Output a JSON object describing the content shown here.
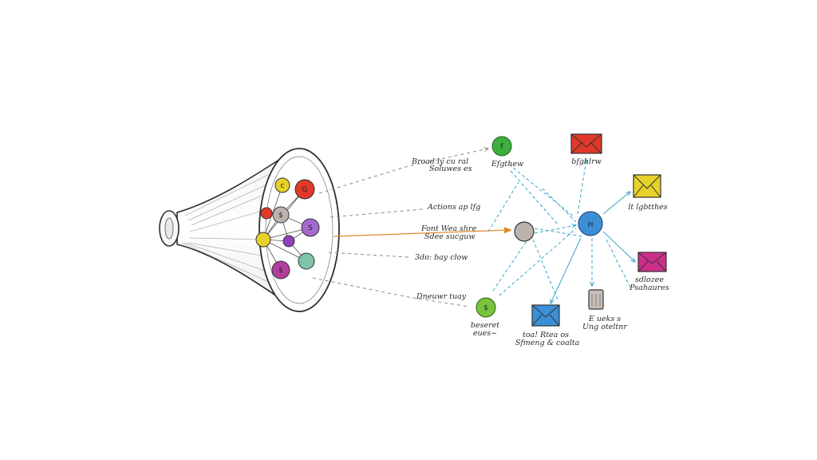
{
  "colors": {
    "ink": "#2f2f2f",
    "dashed_line": "#8a8a8a",
    "cyan_arrow": "#3aa6c8",
    "orange_arrow": "#e08a2c",
    "green": "#3cae3c",
    "red": "#e0382a",
    "yellow": "#e8d12a",
    "magenta": "#cc2f8a",
    "blue": "#3b8fd6",
    "grey": "#bdb3ad",
    "purple": "#8f3fb8",
    "teal": "#7dc5a8"
  },
  "funnel": {
    "node_glyphs": [
      "c",
      "G",
      "$",
      "S",
      "$",
      "",
      "",
      "",
      "",
      ""
    ]
  },
  "labels": {
    "left_1_line1": "Broad ly cu ral",
    "left_1_line2": "Soluwes es",
    "left_2": "Actions ap lfg",
    "left_3_line1": "Font Wea shre",
    "left_3_line2": "Sdee sucguw",
    "left_4": "3do: bay clow",
    "left_5": "Dneuwr tuay"
  },
  "destinations": {
    "green_top": {
      "glyph": "f",
      "label": "Efgthew"
    },
    "red_envelope": {
      "label": "bfghlrw"
    },
    "yellow_envelope": {
      "label": "lt lgbtthes"
    },
    "magenta_envelope": {
      "line1": "sdlozee",
      "line2": "Psahaures"
    },
    "grey_can": {
      "line1": "E ueks s",
      "line2": "Ung oteltnr"
    },
    "blue_envelope": {
      "line1": "toa! Rtea os",
      "line2": "Sfmeng & coalta"
    },
    "green_bottom": {
      "glyph": "$",
      "line1": "beseret",
      "line2": "eues~"
    },
    "hub": {
      "glyph": "H"
    },
    "grey_node": {
      "glyph": ""
    }
  }
}
